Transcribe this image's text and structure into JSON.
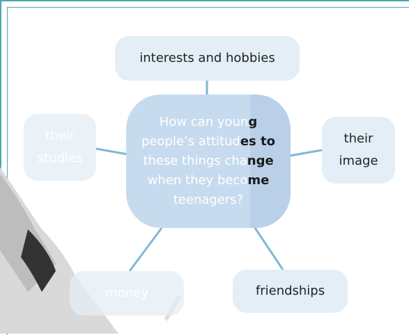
{
  "center_question": {
    "lines": [
      {
        "faded": "How can youn",
        "dark": "g"
      },
      {
        "faded": "people’s attitud",
        "dark": "es to"
      },
      {
        "faded": "these things cha",
        "dark": "nge"
      },
      {
        "faded": "when they beco",
        "dark": "me"
      },
      {
        "faded": "teenagers?",
        "dark": ""
      }
    ]
  },
  "nodes": {
    "top": "interests and hobbies",
    "left_line1": "their",
    "left_line2": "studies",
    "right_line1": "their",
    "right_line2": "image",
    "bottom_left": "money",
    "bottom_right": "friendships"
  },
  "colors": {
    "frame": "#4fa6b0",
    "connector": "#7fb8d4",
    "node_fill": "#e3eef6",
    "center_fill": "#c6dbee"
  }
}
